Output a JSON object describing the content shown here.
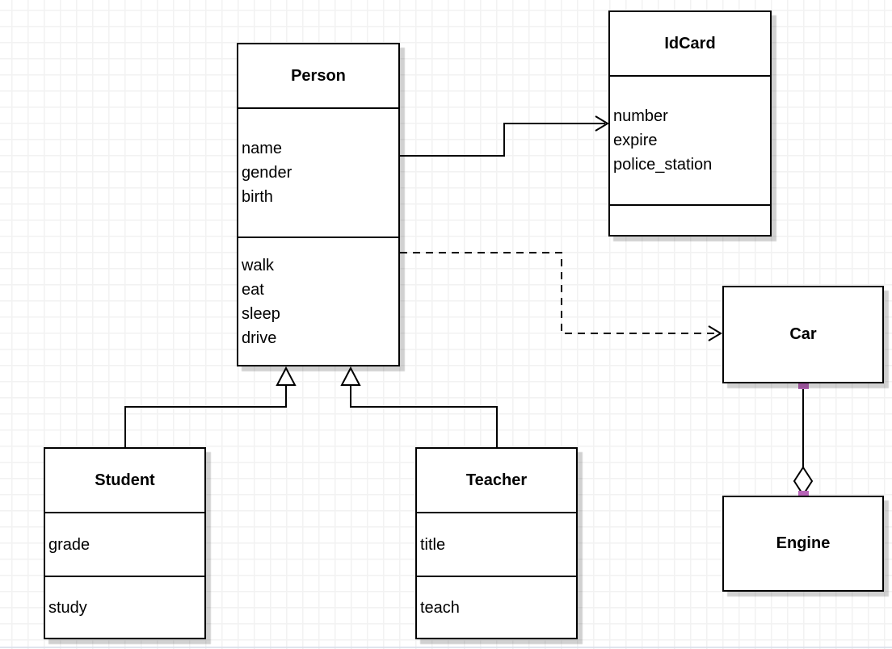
{
  "diagram": {
    "kind": "uml-class-diagram",
    "classes": [
      {
        "name": "Person",
        "attributes": [
          "name",
          "gender",
          "birth"
        ],
        "methods": [
          "walk",
          "eat",
          "sleep",
          "drive"
        ]
      },
      {
        "name": "IdCard",
        "attributes": [
          "number",
          "expire",
          "police_station"
        ],
        "methods": []
      },
      {
        "name": "Car",
        "attributes": [],
        "methods": []
      },
      {
        "name": "Engine",
        "attributes": [],
        "methods": []
      },
      {
        "name": "Student",
        "attributes": [
          "grade"
        ],
        "methods": [
          "study"
        ]
      },
      {
        "name": "Teacher",
        "attributes": [
          "title"
        ],
        "methods": [
          "teach"
        ]
      }
    ],
    "relationships": [
      {
        "from": "Person",
        "to": "IdCard",
        "type": "association",
        "line": "solid",
        "arrow": "open"
      },
      {
        "from": "Person",
        "to": "Car",
        "type": "dependency",
        "line": "dashed",
        "arrow": "open"
      },
      {
        "from": "Student",
        "to": "Person",
        "type": "generalization",
        "line": "solid",
        "arrow": "hollow-triangle"
      },
      {
        "from": "Teacher",
        "to": "Person",
        "type": "generalization",
        "line": "solid",
        "arrow": "hollow-triangle"
      },
      {
        "from": "Car",
        "to": "Engine",
        "type": "aggregation",
        "line": "solid",
        "arrow": "hollow-diamond"
      }
    ],
    "colors": {
      "background": "#ffffff",
      "grid_line": "#f2f2f2",
      "box_fill": "#ffffff",
      "box_border": "#000000",
      "connector": "#000000",
      "endpoint_accent": "#b764b7",
      "shadow": "rgba(0,0,0,0.18)"
    }
  }
}
